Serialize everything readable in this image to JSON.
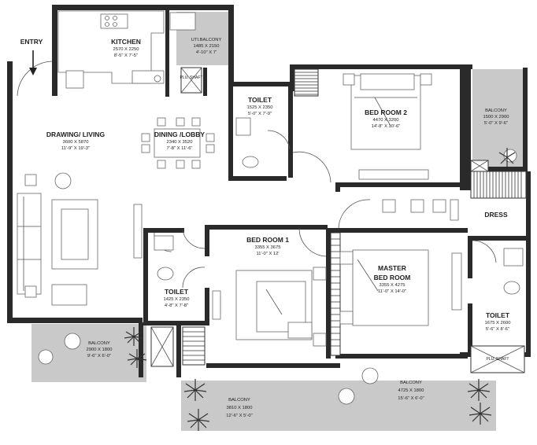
{
  "entry_label": "ENTRY",
  "rooms": [
    {
      "id": "kitchen",
      "name": "KITCHEN",
      "dims": "2570 X 2250",
      "imperial": "8'-5\" X 7'-5\""
    },
    {
      "id": "uti-balcony",
      "name": "UTI.BALCONY",
      "dims": "1485 X 2150",
      "imperial": "4'-10\" X 7'"
    },
    {
      "id": "drawing",
      "name": "DRAWING/ LIVING",
      "dims": "3600 X 5870",
      "imperial": "11'-9\" X 19'-3\""
    },
    {
      "id": "dining",
      "name": "DINING /LOBBY",
      "dims": "2340 X 3520",
      "imperial": "7'-8\" X 11'-6\""
    },
    {
      "id": "toilet-top",
      "name": "TOILET",
      "dims": "1525 X 2350",
      "imperial": "5'-0\" X 7'-9\""
    },
    {
      "id": "bedroom2",
      "name": "BED ROOM 2",
      "dims": "4470 X 3200",
      "imperial": "14'-8\" X 10'-6\""
    },
    {
      "id": "balcony-right",
      "name": "BALCONY",
      "dims": "1500 X 2900",
      "imperial": "5'-0\" X 9'-6\""
    },
    {
      "id": "dress",
      "name": "DRESS",
      "dims": "",
      "imperial": ""
    },
    {
      "id": "bedroom1",
      "name": "BED ROOM 1",
      "dims": "3355 X 3675",
      "imperial": "11'-0\" X 12'"
    },
    {
      "id": "master",
      "name": "MASTER",
      "name2": "BED ROOM",
      "dims": "3355 X 4275",
      "imperial": "11'-0\" X 14'-0\""
    },
    {
      "id": "toilet-mid",
      "name": "TOILET",
      "dims": "1425 X 2350",
      "imperial": "4'-8\" X 7'-8\""
    },
    {
      "id": "toilet-right",
      "name": "TOILET",
      "dims": "1675 X 2600",
      "imperial": "5'-6\" X 8'-6\""
    },
    {
      "id": "balcony-left",
      "name": "BALCONY",
      "dims": "2900 X 1800",
      "imperial": "9'-6\" X 6'-0\""
    },
    {
      "id": "balcony-bottom",
      "name": "BALCONY",
      "dims": "3810 X 1800",
      "imperial": "12'-6\" X 5'-0\""
    },
    {
      "id": "balcony-bottom-right",
      "name": "BALCONY",
      "dims": "4725 X 1800",
      "imperial": "15'-6\" X 6'-0\""
    }
  ],
  "shaft_label": "PLU. SHAFT"
}
